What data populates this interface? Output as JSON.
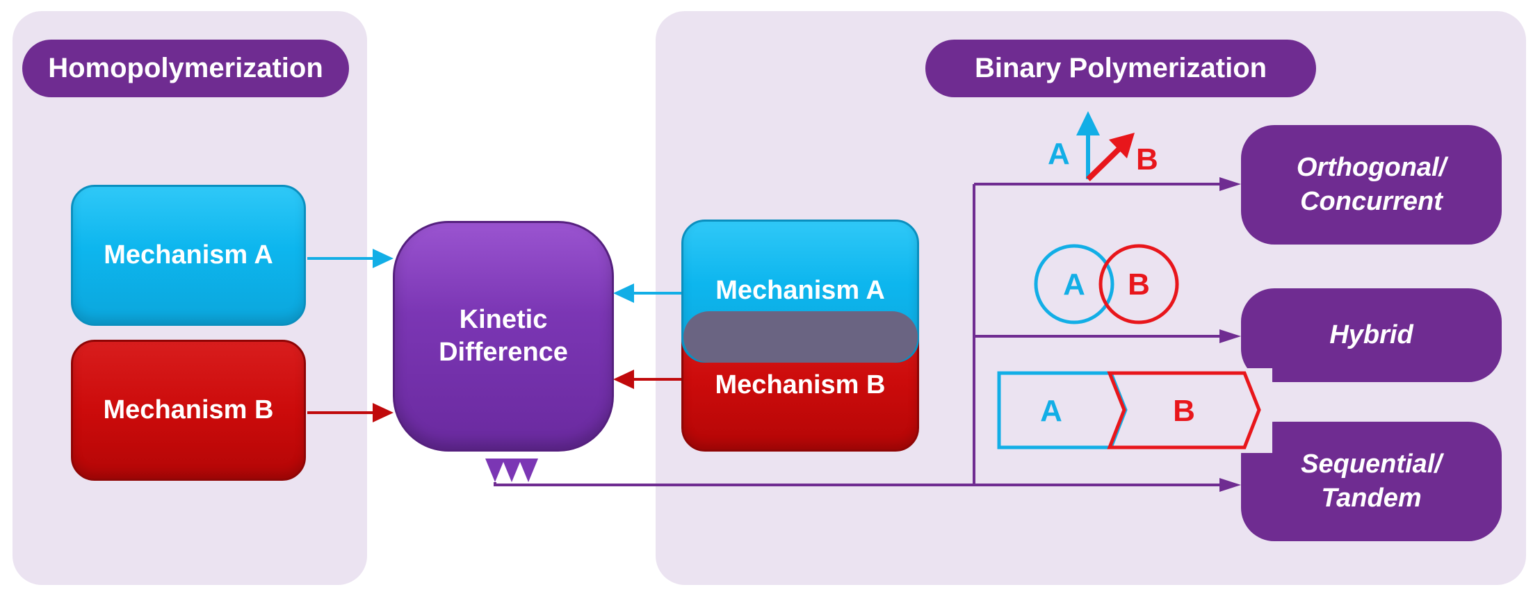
{
  "panels": {
    "left_title": "Homopolymerization",
    "right_title": "Binary Polymerization"
  },
  "left": {
    "mechanism_a": "Mechanism A",
    "mechanism_b": "Mechanism B"
  },
  "center": {
    "kinetic_line1": "Kinetic",
    "kinetic_line2": "Difference"
  },
  "binary": {
    "mechanism_a": "Mechanism A",
    "mechanism_b": "Mechanism B"
  },
  "symbols": {
    "letter_a": "A",
    "letter_b": "B"
  },
  "results": {
    "orthogonal_line1": "Orthogonal/",
    "orthogonal_line2": "Concurrent",
    "hybrid": "Hybrid",
    "sequential_line1": "Sequential/",
    "sequential_line2": "Tandem"
  },
  "colors": {
    "purple": "#6f2c91",
    "blue": "#0db6ee",
    "red": "#cc0b0b",
    "panel": "#ebe3f1"
  }
}
